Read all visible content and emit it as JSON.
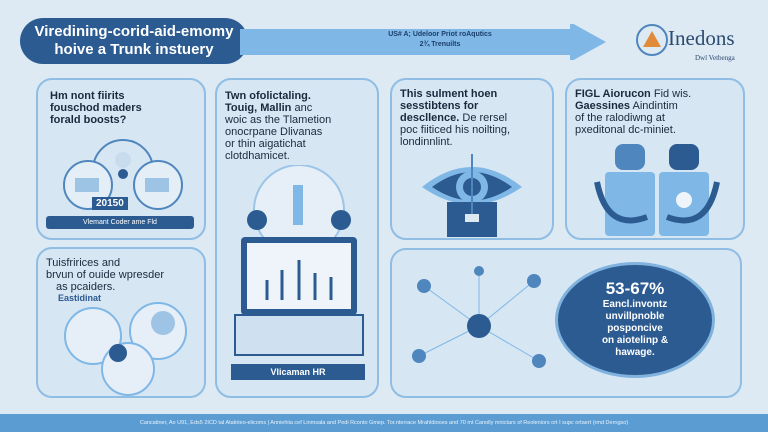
{
  "header": {
    "title_line1": "Viredining-corid-aid-emomy",
    "title_line2": "hoive a Trunk instuery",
    "arrow_line1": "US# A; Udeloor Priot roAqutics",
    "arrow_line2": "2¾ Trenuilts",
    "logo_name": "Inedons",
    "logo_sub": "Dwl Vetbenga"
  },
  "panels": {
    "p1": {
      "line1": "Hm nont fiirits",
      "line2": "fouschod maders",
      "line3": "forald boosts?",
      "year": "20150",
      "banner": "Vlemant Coder ame Fld"
    },
    "p2": {
      "line1": "Twn ofolictaling.",
      "line2": "Touig, Mallin",
      "line2b": "anc",
      "line3": "woic as the Tlametion",
      "line4": "onocrpane Dlivanas",
      "line5": "or thin aigatichat",
      "line6": "clotdhamicet.",
      "banner": "Vlicaman HR"
    },
    "p3": {
      "line1": "This sulment hoen",
      "line2": "sesstibtens for",
      "line3": "descllence.",
      "line3b": "De rersel",
      "line4": "poc fiiticed his noilting,",
      "line5": "londinnlint."
    },
    "p4": {
      "line1": "FIGL Aiorucon",
      "line1b": "Fid wis.",
      "line2": "Gaessines",
      "line2b": "Aindintim",
      "line3": "of the ralodiwng at",
      "line4": "pxeditonal dc-miniet."
    },
    "p5": {
      "line1": "Tuisfririces and",
      "line2": "brvun of ouide wpresder",
      "line3": "as pcaiders.",
      "label": "Eastidinat"
    },
    "p6": {
      "stat": "53-67%",
      "line1": "Eancl.invontz",
      "line2": "unvillpnoble",
      "line3": "posponcive",
      "line4": "on aiotelinp &",
      "line5": "hawage."
    }
  },
  "footer": {
    "text": "Cancatiner, Ao U91, Eds5 2ICD tal Atatirieo-elicoms | Anniehiia cef Linmsala and Pedi Rconto Gmep. Tor.nterrace Mrahldiooes and 70 mt Canolly mnictars of Reoleniors ort I supc ortaert (rmd Derngso)"
  },
  "colors": {
    "dark": "#2b5b91",
    "light": "#7fb7e6",
    "bg": "#dde9f3"
  }
}
